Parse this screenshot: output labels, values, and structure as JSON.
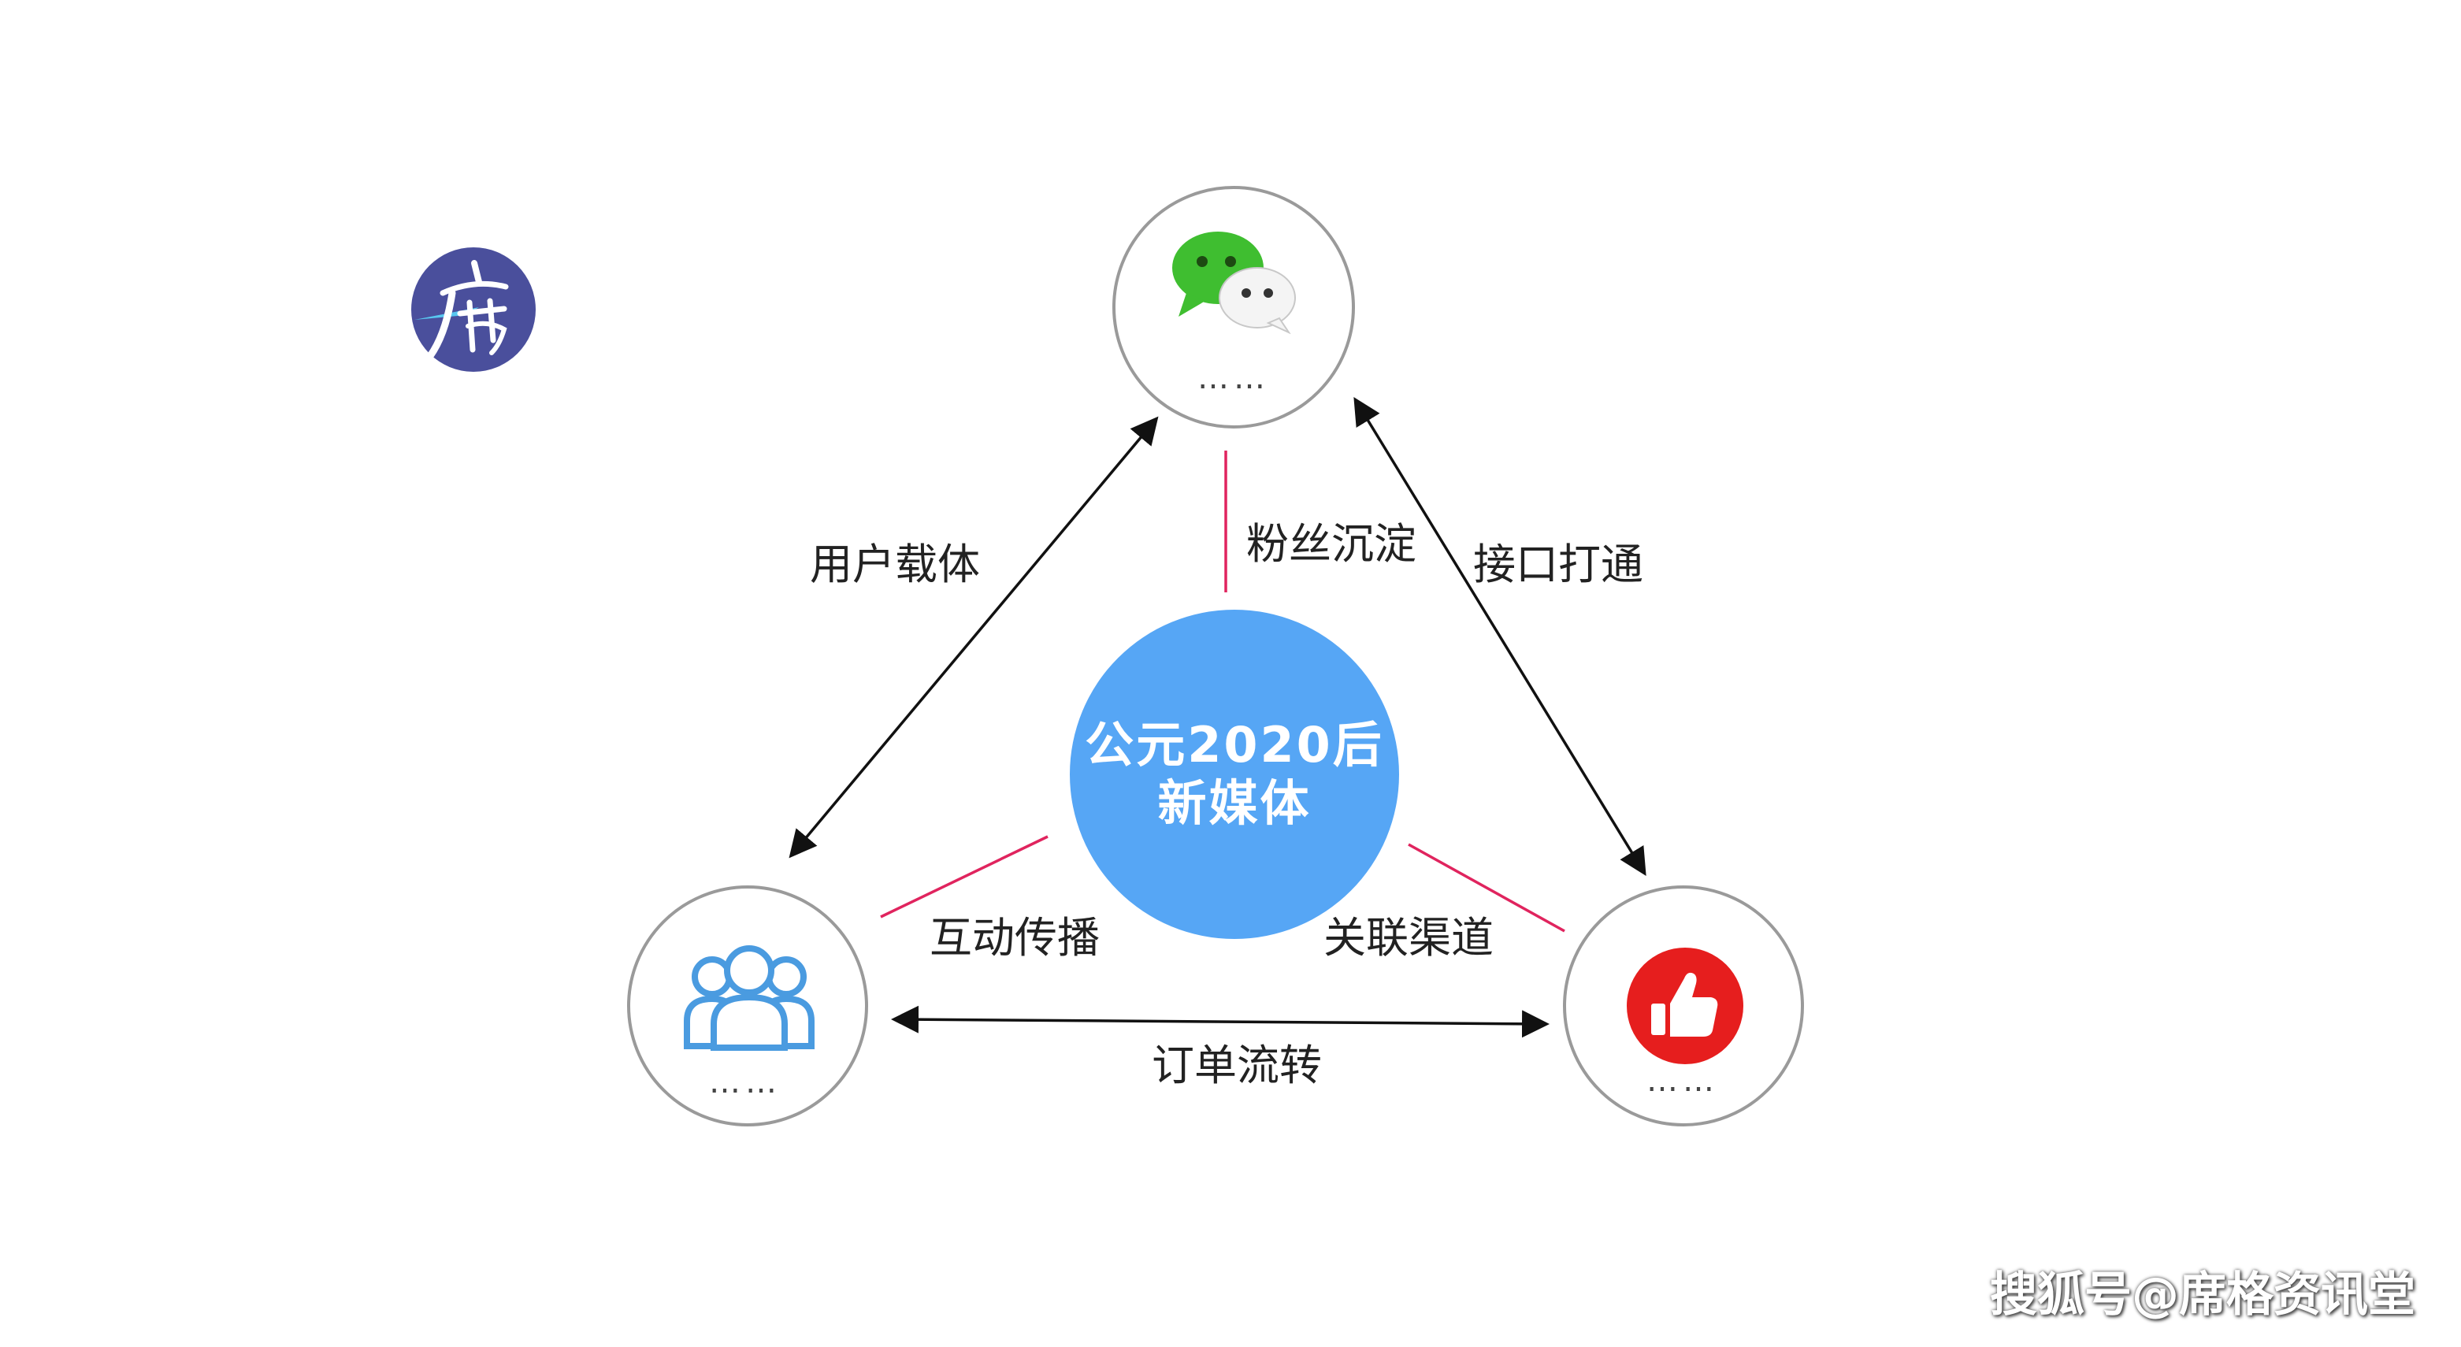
{
  "center": {
    "line1": "公元2020后",
    "line2": "新媒体"
  },
  "nodes": {
    "top": {
      "icon": "wechat-icon",
      "caption": "……"
    },
    "left": {
      "icon": "users-group-icon",
      "caption": "……"
    },
    "right": {
      "icon": "thumbs-up-icon",
      "caption": "……"
    }
  },
  "edges": {
    "top_left": "用户载体",
    "top_right": "接口打通",
    "left_right": "订单流转",
    "center_top": "粉丝沉淀",
    "center_left": "互动传播",
    "center_right": "关联渠道"
  },
  "logo": {
    "icon": "xi-calligraphy-logo",
    "text": "席"
  },
  "watermark": "搜狐号@席格资讯堂",
  "colors": {
    "hub": "#56a6f5",
    "connector": "#e0245e",
    "arrow": "#111111",
    "node_border": "#9a9a9a",
    "logo_bg": "#4a4f9c",
    "like_red": "#e61e1e",
    "users_blue": "#4a9be0",
    "wechat_green": "#3fbe30"
  }
}
